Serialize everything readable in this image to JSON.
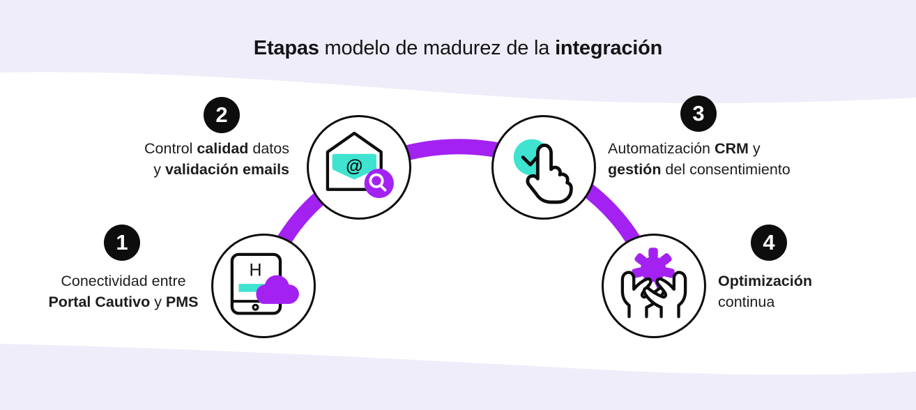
{
  "title": {
    "segments": [
      {
        "t": "Etapas",
        "b": true
      },
      {
        "t": " modelo de madurez de la ",
        "b": false
      },
      {
        "t": "integración",
        "b": true
      }
    ]
  },
  "stages": [
    {
      "number": "1",
      "icon": "tablet-cloud-icon",
      "lines": [
        [
          {
            "t": "Conectividad entre",
            "b": false
          }
        ],
        [
          {
            "t": "Portal Cautivo",
            "b": true
          },
          {
            "t": " y ",
            "b": false
          },
          {
            "t": "PMS",
            "b": true
          }
        ]
      ]
    },
    {
      "number": "2",
      "icon": "email-validation-icon",
      "lines": [
        [
          {
            "t": "Control ",
            "b": false
          },
          {
            "t": "calidad",
            "b": true
          },
          {
            "t": " datos",
            "b": false
          }
        ],
        [
          {
            "t": "y ",
            "b": false
          },
          {
            "t": "validación emails",
            "b": true
          }
        ]
      ]
    },
    {
      "number": "3",
      "icon": "click-check-icon",
      "lines": [
        [
          {
            "t": "Automatización ",
            "b": false
          },
          {
            "t": "CRM",
            "b": true
          },
          {
            "t": " y",
            "b": false
          }
        ],
        [
          {
            "t": "gestión",
            "b": true
          },
          {
            "t": " del consentimiento",
            "b": false
          }
        ]
      ]
    },
    {
      "number": "4",
      "icon": "hands-gear-icon",
      "lines": [
        [
          {
            "t": "Optimización",
            "b": true
          }
        ],
        [
          {
            "t": "continua",
            "b": false
          }
        ]
      ]
    }
  ],
  "decor": {
    "tablet_letter": "H",
    "at_symbol": "@"
  },
  "colors": {
    "accent_purple": "#A322F2",
    "accent_teal": "#3FE3D0",
    "band_lavender": "#EFEDF9",
    "outline_black": "#0D0D0D",
    "text_ink": "#1D1D1F"
  }
}
